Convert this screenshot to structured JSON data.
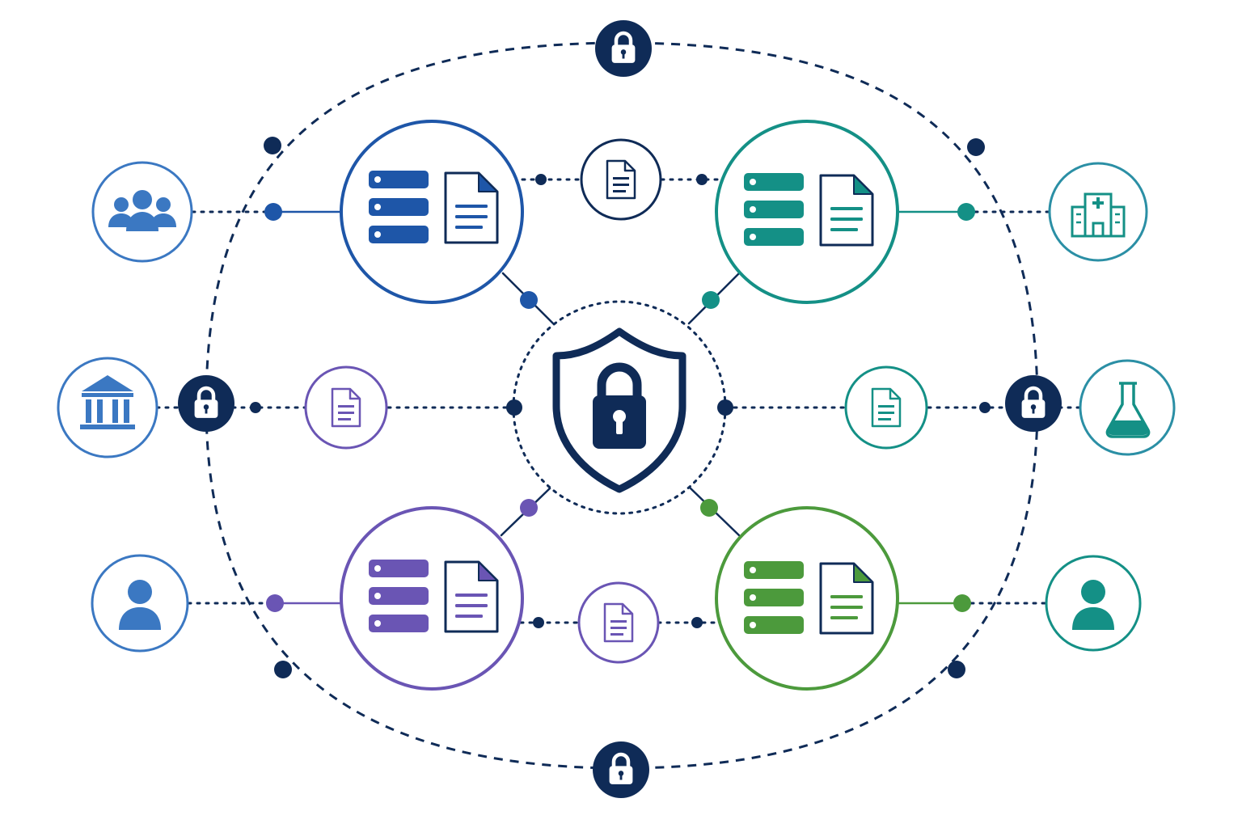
{
  "colors": {
    "navy": "#0f2b57",
    "blue": "#1e56a8",
    "light_blue": "#3b78c2",
    "teal": "#149086",
    "teal_blue": "#2b8fa5",
    "purple": "#6a55b4",
    "green": "#4c9a3c",
    "background": "#ffffff"
  },
  "diagram": {
    "center": {
      "icon": "shield-lock-icon"
    },
    "hubs": [
      {
        "id": "top-left",
        "color": "blue",
        "icons": [
          "server-stack-icon",
          "document-icon"
        ]
      },
      {
        "id": "top-right",
        "color": "teal",
        "icons": [
          "server-stack-icon",
          "document-icon"
        ]
      },
      {
        "id": "bottom-left",
        "color": "purple",
        "icons": [
          "server-stack-icon",
          "document-icon"
        ]
      },
      {
        "id": "bottom-right",
        "color": "green",
        "icons": [
          "server-stack-icon",
          "document-icon"
        ]
      }
    ],
    "external_nodes": [
      {
        "id": "group",
        "icon": "people-group-icon",
        "color": "light_blue"
      },
      {
        "id": "institution",
        "icon": "bank-building-icon",
        "color": "light_blue"
      },
      {
        "id": "user-left",
        "icon": "user-icon",
        "color": "light_blue"
      },
      {
        "id": "hospital",
        "icon": "hospital-icon",
        "color": "teal"
      },
      {
        "id": "lab",
        "icon": "lab-flask-icon",
        "color": "teal"
      },
      {
        "id": "user-right",
        "icon": "user-icon",
        "color": "teal"
      }
    ],
    "document_nodes": [
      {
        "id": "doc-top",
        "color": "navy"
      },
      {
        "id": "doc-left",
        "color": "purple"
      },
      {
        "id": "doc-right",
        "color": "teal"
      },
      {
        "id": "doc-bottom",
        "color": "purple"
      }
    ],
    "perimeter_locks": [
      "top",
      "bottom",
      "left",
      "right"
    ]
  }
}
